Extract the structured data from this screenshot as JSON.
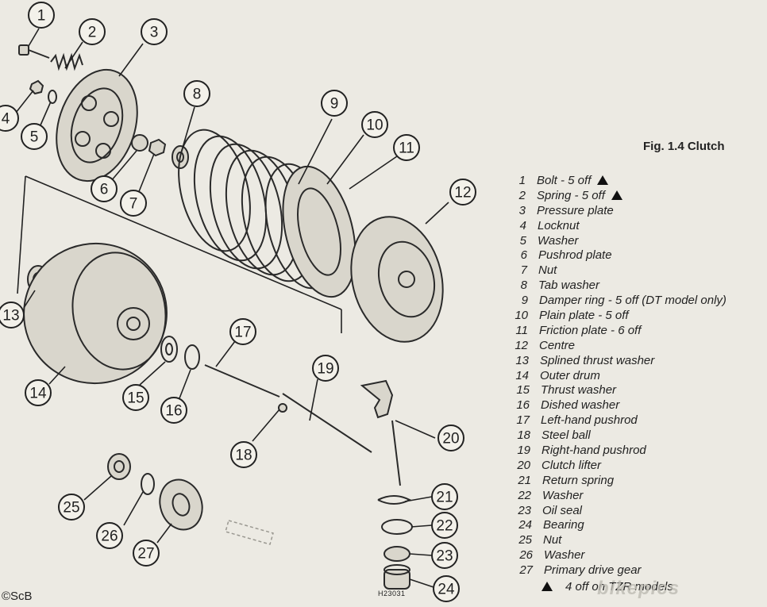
{
  "figure": {
    "title": "Fig. 1.4 Clutch",
    "drawing_code": "H23031",
    "credit": "©ScB",
    "watermark": "bikepics",
    "footnote": "4 off on TZR models",
    "footnote_marker": "triangle"
  },
  "legend": [
    {
      "num": "1",
      "text": "Bolt - 5 off",
      "marker": true
    },
    {
      "num": "2",
      "text": "Spring - 5 off",
      "marker": true
    },
    {
      "num": "3",
      "text": "Pressure plate",
      "marker": false
    },
    {
      "num": "4",
      "text": "Locknut",
      "marker": false
    },
    {
      "num": "5",
      "text": "Washer",
      "marker": false
    },
    {
      "num": "6",
      "text": "Pushrod plate",
      "marker": false
    },
    {
      "num": "7",
      "text": "Nut",
      "marker": false
    },
    {
      "num": "8",
      "text": "Tab washer",
      "marker": false
    },
    {
      "num": "9",
      "text": "Damper ring - 5 off (DT model only)",
      "marker": false
    },
    {
      "num": "10",
      "text": "Plain plate - 5 off",
      "marker": false
    },
    {
      "num": "11",
      "text": "Friction plate - 6 off",
      "marker": false
    },
    {
      "num": "12",
      "text": "Centre",
      "marker": false
    },
    {
      "num": "13",
      "text": "Splined thrust washer",
      "marker": false
    },
    {
      "num": "14",
      "text": "Outer drum",
      "marker": false
    },
    {
      "num": "15",
      "text": "Thrust washer",
      "marker": false
    },
    {
      "num": "16",
      "text": "Dished washer",
      "marker": false
    },
    {
      "num": "17",
      "text": "Left-hand pushrod",
      "marker": false
    },
    {
      "num": "18",
      "text": "Steel ball",
      "marker": false
    },
    {
      "num": "19",
      "text": "Right-hand pushrod",
      "marker": false
    },
    {
      "num": "20",
      "text": "Clutch lifter",
      "marker": false
    },
    {
      "num": "21",
      "text": "Return spring",
      "marker": false
    },
    {
      "num": "22",
      "text": "Washer",
      "marker": false
    },
    {
      "num": "23",
      "text": "Oil seal",
      "marker": false
    },
    {
      "num": "24",
      "text": "Bearing",
      "marker": false
    },
    {
      "num": "25",
      "text": "Nut",
      "marker": false
    },
    {
      "num": "26",
      "text": "Washer",
      "marker": false
    },
    {
      "num": "27",
      "text": "Primary drive gear",
      "marker": false
    }
  ],
  "callouts": [
    "1",
    "2",
    "3",
    "4",
    "5",
    "6",
    "7",
    "8",
    "9",
    "10",
    "11",
    "12",
    "13",
    "14",
    "15",
    "16",
    "17",
    "18",
    "19",
    "20",
    "21",
    "22",
    "23",
    "24",
    "25",
    "26",
    "27"
  ]
}
